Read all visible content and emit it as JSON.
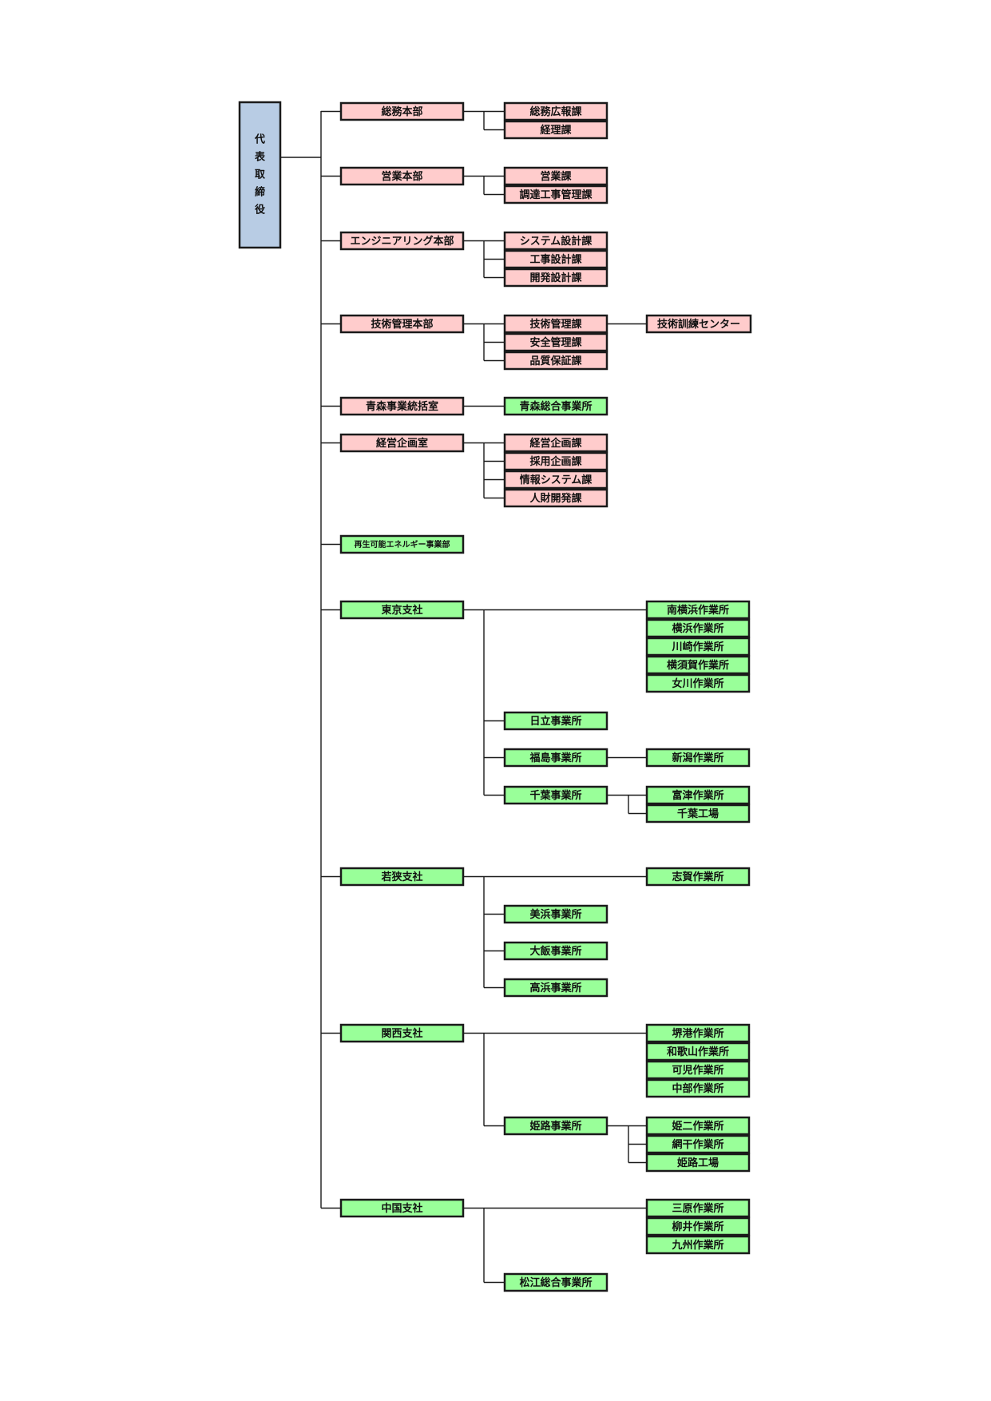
{
  "colors": {
    "executive": "#b8cce4",
    "admin_unit": "#ffcccc",
    "field_unit": "#99ff99",
    "line": "#1a1a1a"
  },
  "org_chart": {
    "root": {
      "label": "代表取締役",
      "chars": [
        "代",
        "表",
        "取",
        "締",
        "役"
      ]
    },
    "divisions": [
      {
        "label": "総務本部",
        "type": "admin",
        "sections": [
          {
            "label": "総務広報課"
          },
          {
            "label": "経理課"
          }
        ]
      },
      {
        "label": "営業本部",
        "type": "admin",
        "sections": [
          {
            "label": "営業課"
          },
          {
            "label": "調達工事管理課"
          }
        ]
      },
      {
        "label": "エンジニアリング本部",
        "type": "admin",
        "sections": [
          {
            "label": "システム設計課"
          },
          {
            "label": "工事設計課"
          },
          {
            "label": "開発設計課"
          }
        ]
      },
      {
        "label": "技術管理本部",
        "type": "admin",
        "sections": [
          {
            "label": "技術管理課",
            "children": [
              "技術訓練センター"
            ]
          },
          {
            "label": "安全管理課"
          },
          {
            "label": "品質保証課"
          }
        ]
      },
      {
        "label": "青森事業統括室",
        "type": "admin",
        "sections": [
          {
            "label": "青森総合事業所",
            "type": "field"
          }
        ]
      },
      {
        "label": "経営企画室",
        "type": "admin",
        "sections": [
          {
            "label": "経営企画課"
          },
          {
            "label": "採用企画課"
          },
          {
            "label": "情報システム課"
          },
          {
            "label": "人財開発課"
          }
        ]
      },
      {
        "label": "再生可能エネルギー事業部",
        "type": "field",
        "sections": []
      },
      {
        "label": "東京支社",
        "type": "field",
        "direct_sites": [
          "南横浜作業所",
          "横浜作業所",
          "川崎作業所",
          "横須賀作業所",
          "女川作業所"
        ],
        "offices": [
          {
            "label": "日立事業所",
            "sites": []
          },
          {
            "label": "福島事業所",
            "sites": [
              "新潟作業所"
            ]
          },
          {
            "label": "千葉事業所",
            "sites": [
              "富津作業所",
              "千葉工場"
            ]
          }
        ]
      },
      {
        "label": "若狭支社",
        "type": "field",
        "direct_sites": [
          "志賀作業所"
        ],
        "offices": [
          {
            "label": "美浜事業所",
            "sites": []
          },
          {
            "label": "大飯事業所",
            "sites": []
          },
          {
            "label": "高浜事業所",
            "sites": []
          }
        ]
      },
      {
        "label": "関西支社",
        "type": "field",
        "direct_sites": [
          "堺港作業所",
          "和歌山作業所",
          "可児作業所",
          "中部作業所"
        ],
        "offices": [
          {
            "label": "姫路事業所",
            "sites": [
              "姫二作業所",
              "網干作業所",
              "姫路工場"
            ]
          }
        ]
      },
      {
        "label": "中国支社",
        "type": "field",
        "direct_sites": [
          "三原作業所",
          "柳井作業所",
          "九州作業所"
        ],
        "offices": [
          {
            "label": "松江総合事業所",
            "sites": []
          }
        ]
      }
    ]
  }
}
